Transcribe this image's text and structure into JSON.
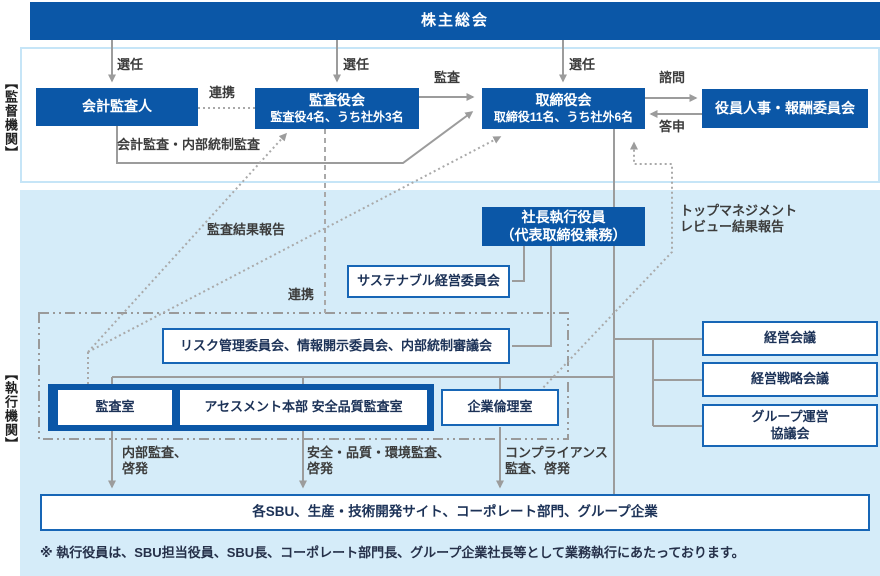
{
  "title_bar": {
    "label": "株主総会"
  },
  "sections": {
    "supervisory": {
      "side_label": "【監督機関】"
    },
    "executive": {
      "side_label": "【執行機関】"
    }
  },
  "boxes": {
    "accounting_auditor": {
      "label": "会計監査人"
    },
    "audit_board": {
      "title": "監査役会",
      "sub": "監査役4名、うち社外3名"
    },
    "board_of_directors": {
      "title": "取締役会",
      "sub": "取締役11名、うち社外6名"
    },
    "personnel_compensation_committee": {
      "label": "役員人事・報酬委員会"
    },
    "president_executive_officer": {
      "title": "社長執行役員",
      "sub": "（代表取締役兼務）"
    },
    "sustainable_committee": {
      "label": "サステナブル経営委員会"
    },
    "risk_disclosure_control": {
      "label": "リスク管理委員会、情報開示委員会、内部統制審議会"
    },
    "audit_office": {
      "label": "監査室"
    },
    "assessment_hq": {
      "label": "アセスメント本部 安全品質監査室"
    },
    "corporate_ethics_office": {
      "label": "企業倫理室"
    },
    "management_meeting": {
      "label": "経営会議"
    },
    "management_strategy_meeting": {
      "label": "経営戦略会議"
    },
    "group_operation_council": {
      "label": "グループ運営\n協議会"
    },
    "sbu_sites": {
      "label": "各SBU、生産・技術開発サイト、コーポレート部門、グループ企業"
    }
  },
  "edge_labels": {
    "appoint_auditor": "選任",
    "appoint_audit_board": "選任",
    "appoint_board": "選任",
    "cooperation_top": "連携",
    "cooperation_mid": "連携",
    "audit": "監査",
    "accounting_internal_audit": "会計監査・内部統制監査",
    "consultation": "諮問",
    "report_back": "答申",
    "audit_result_report": "監査結果報告",
    "top_management_review": "トップマネジメント\nレビュー結果報告",
    "internal_audit_awareness": "内部監査、\n啓発",
    "safety_quality_env_audit": "安全・品質・環境監査、\n啓発",
    "compliance_audit_awareness": "コンプライアンス\n監査、啓発"
  },
  "footnote": "※ 執行役員は、SBU担当役員、SBU長、コーポレート部門長、グループ企業社長等として業務執行にあたっております。",
  "colors": {
    "primary_blue": "#0b57a7",
    "box_border_blue": "#1766b6",
    "light_blue_bg": "#d5ecf9",
    "section_border": "#c6e5f7",
    "line_gray": "#9c9c9c"
  }
}
